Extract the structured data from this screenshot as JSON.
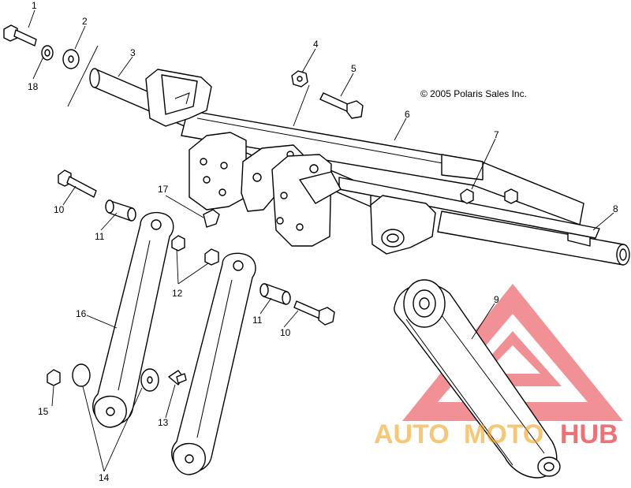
{
  "copyright": "© 2005 Polaris Sales Inc.",
  "watermark": {
    "auto": "AUTO",
    "moto": "MOTO",
    "hub": "HUB"
  },
  "colors": {
    "watermark_red": "#e2141b",
    "watermark_orange": "#f5a21c",
    "line": "#000000"
  },
  "callouts": {
    "c1": "1",
    "c2": "2",
    "c3": "3",
    "c4": "4",
    "c5": "5",
    "c6": "6",
    "c7": "7",
    "c8": "8",
    "c9": "9",
    "c10a": "10",
    "c10b": "10",
    "c11a": "11",
    "c11b": "11",
    "c12": "12",
    "c13": "13",
    "c14": "14",
    "c15": "15",
    "c16": "16",
    "c17": "17",
    "c18": "18"
  }
}
